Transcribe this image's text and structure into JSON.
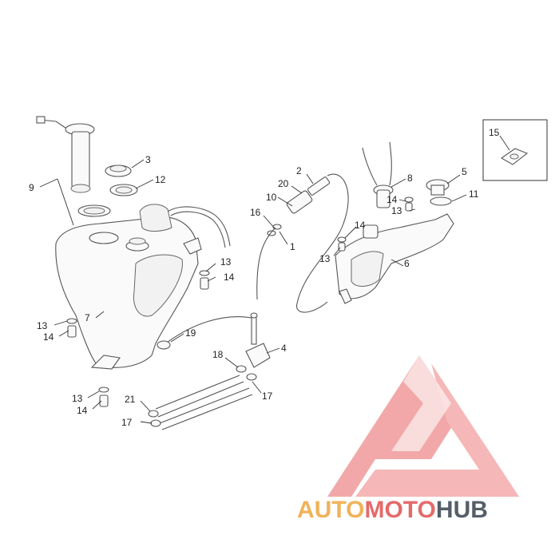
{
  "callouts": [
    "1",
    "2",
    "3",
    "4",
    "5",
    "6",
    "7",
    "8",
    "9",
    "10",
    "11",
    "12",
    "13",
    "13",
    "13",
    "13",
    "14",
    "14",
    "14",
    "14",
    "14",
    "15",
    "16",
    "17",
    "17",
    "18",
    "19",
    "20",
    "21"
  ],
  "watermark": {
    "part1": "AUTO",
    "part2": "MOTO",
    "part3": "HUB",
    "color_auto": "#f0b25a",
    "color_moto": "#e46a6a",
    "color_hub": "#555e68",
    "logo_color": "#ee8c8c"
  }
}
